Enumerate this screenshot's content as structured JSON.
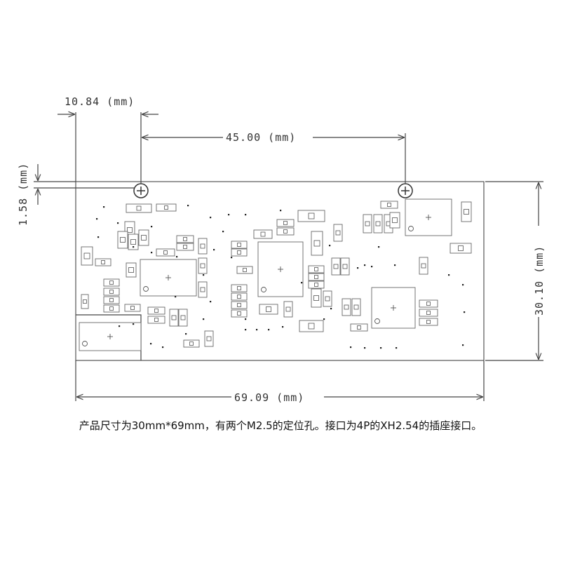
{
  "dimensions": {
    "hole_offset_x": "10.84 (mm)",
    "hole_spacing": "45.00 (mm)",
    "hole_offset_y": "1.58 (mm)",
    "board_height": "30.10 (mm)",
    "board_width": "69.09 (mm)"
  },
  "caption": "产品尺寸为30mm*69mm，有两个M2.5的定位孔。接口为4P的XH2.54的插座接口。"
}
